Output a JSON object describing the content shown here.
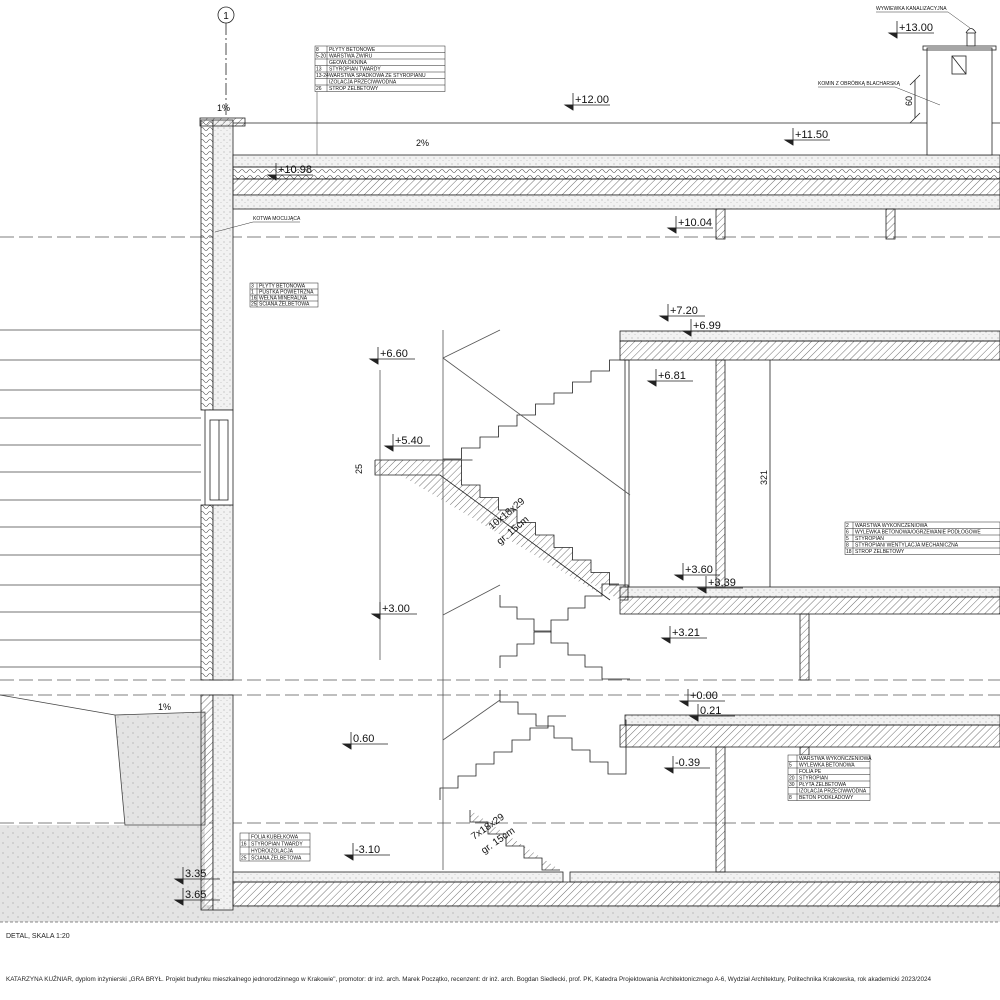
{
  "axis_label": "1",
  "caption": "DETAL, SKALA 1:20",
  "footer": "KATARZYNA KUŹNIAR, dyplom inżynierski „GRA BRYŁ. Projekt budynku mieszkalnego jednorodzinnego w Krakowie\", promotor: dr inż. arch. Marek Początko, recenzent: dr inż. arch. Bogdan Siedlecki, prof. PK,  Katedra Projektowania Architektonicznego A-6, Wydział Architektury, Politechnika Krakowska, rok akademicki 2023/2024",
  "annotations": {
    "vent": "WYWIEWKA KANALIZACYJNA",
    "chimney": "KOMIN Z OBRÓBKĄ BLACHARSKĄ",
    "anchor": "KOTWA MOCUJĄCA",
    "slope_parapet": "1%",
    "slope_roof": "2%",
    "slope_ground": "1%",
    "dim_chimney": "60",
    "dim_storey": "321",
    "dim_step": "25",
    "stair_upper_1": "10x18x29",
    "stair_upper_2": "gr. 15cm",
    "stair_lower_1": "7x18x29",
    "stair_lower_2": "gr. 15cm"
  },
  "levels": [
    {
      "label": "+13.00"
    },
    {
      "label": "+12.00"
    },
    {
      "label": "+11.50"
    },
    {
      "label": "+10.98"
    },
    {
      "label": "+10.04"
    },
    {
      "label": "+7.20"
    },
    {
      "label": "+6.99"
    },
    {
      "label": "+6.81"
    },
    {
      "label": "+6.60"
    },
    {
      "label": "+5.40"
    },
    {
      "label": "+3.60"
    },
    {
      "label": "+3.39"
    },
    {
      "label": "+3.21"
    },
    {
      "label": "+3.00"
    },
    {
      "label": "+0.00"
    },
    {
      "label": "0.21"
    },
    {
      "label": "-0.39"
    },
    {
      "label": "0.60"
    },
    {
      "label": "-3.10"
    },
    {
      "label": "3.35"
    },
    {
      "label": "3.65"
    }
  ],
  "tables": [
    {
      "name": "roof-layers",
      "rows": [
        [
          "8",
          "PŁYTY BETONOWE"
        ],
        [
          "5-20",
          "WARSTWA ŻWIRU"
        ],
        [
          "",
          "GEOWŁÓKNINA"
        ],
        [
          "13",
          "STYROPIAN TWARDY"
        ],
        [
          "13-24",
          "WARSTWA SPADKOWA ZE STYROPIANU"
        ],
        [
          "",
          "IZOLACJA PRZECIWWODNA"
        ],
        [
          "26",
          "STROP ŻELBETOWY"
        ]
      ]
    },
    {
      "name": "wall-layers",
      "rows": [
        [
          "3",
          "PŁYTY BETONOWA"
        ],
        [
          "1",
          "PUSTKA POWIETRZNA"
        ],
        [
          "16",
          "WEŁNA MINERALNA"
        ],
        [
          "25",
          "ŚCIANA ŻELBETOWA"
        ]
      ]
    },
    {
      "name": "floor-layers",
      "rows": [
        [
          "2",
          "WARSTWA WYKOŃCZENIOWA"
        ],
        [
          "6",
          "WYLEWKA BETONOWA/OGRZEWANIE PODŁOGOWE"
        ],
        [
          "5",
          "STYROPIAN"
        ],
        [
          "8",
          "STYROPIAN/ WENTYLACJA MECHANICZNA"
        ],
        [
          "18",
          "STROP ŻELBETOWY"
        ]
      ]
    },
    {
      "name": "ground-floor-layers",
      "rows": [
        [
          "",
          "WARSTWA WYKOŃCZENIOWA"
        ],
        [
          "5",
          "WYLEWKA BETONOWA"
        ],
        [
          "",
          "FOLIA PE"
        ],
        [
          "20",
          "STYROPIAN"
        ],
        [
          "30",
          "PŁYTA ŻELBETOWA"
        ],
        [
          "",
          "IZOLACJA PRZECIWWODNA"
        ],
        [
          "8",
          "BETON PODKŁADOWY"
        ]
      ]
    },
    {
      "name": "basement-wall-layers",
      "rows": [
        [
          "",
          "FOLIA KUBEŁKOWA"
        ],
        [
          "16",
          "STYROPIAN TWARDY"
        ],
        [
          "",
          "HYDROIZOLACJA"
        ],
        [
          "25",
          "ŚCIANA ŻELBETOWA"
        ]
      ]
    }
  ]
}
